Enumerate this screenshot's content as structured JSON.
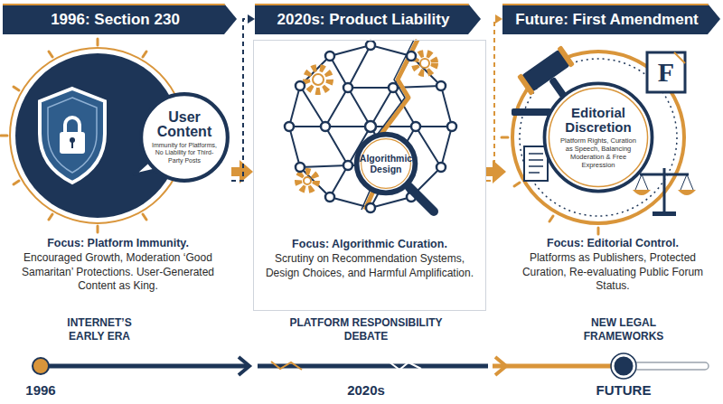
{
  "diagram": {
    "nodes": [
      {
        "text": [
          "1996: Section 230"
        ]
      },
      {
        "text": [
          "Focus: Platform Immunity.",
          "Encouraged Growth, Moderation ‘Good Samaritan’ Protections. User-Generated Content as King."
        ]
      },
      {
        "text": [
          "User Content",
          "Immunity for Platforms, No Liability for Third-Party Posts"
        ],
        "in": 1
      },
      {
        "text": [
          "2020s: Product Liability"
        ]
      },
      {
        "text": [
          "Focus: Algorithmic Curation.",
          "Scrutiny on Recommendation Systems, Design Choices, and Harmful Amplification."
        ]
      },
      {
        "text": [
          "Algorithmic Design"
        ],
        "in": 4
      },
      {
        "text": [
          "Future: First Amendment"
        ]
      },
      {
        "text": [
          "Focus: Editorial Control.",
          "Platforms as Publishers, Protected Curation, Re-evaluating Public Forum Status."
        ]
      },
      {
        "text": [
          "Editorial Discretion",
          "Platform Rights, Curation as Speech, Balancing Moderation & Free Expression"
        ],
        "in": 7
      }
    ],
    "edges": [
      {
        "from": 1,
        "to": 4,
        "arrow": "to"
      },
      {
        "from": 4,
        "to": 7,
        "arrow": "to"
      },
      {
        "from": 1,
        "to": 3,
        "arrow": "to"
      },
      {
        "from": 4,
        "to": 6,
        "arrow": "to"
      }
    ],
    "labels": [
      "F",
      "INTERNET’S EARLY ERA",
      "PLATFORM RESPONSIBILITY DEBATE",
      "NEW LEGAL FRAMEWORKS",
      "1996",
      "2020s",
      "FUTURE"
    ]
  }
}
